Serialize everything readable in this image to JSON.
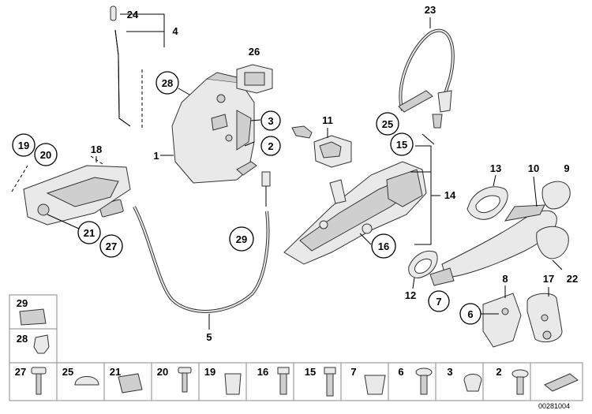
{
  "callouts": {
    "c1": "1",
    "c2": "2",
    "c3": "3",
    "c4": "4",
    "c5": "5",
    "c6": "6",
    "c7": "7",
    "c8": "8",
    "c9": "9",
    "c10": "10",
    "c11": "11",
    "c12": "12",
    "c13": "13",
    "c14": "14",
    "c15": "15",
    "c16": "16",
    "c17": "17",
    "c18": "18",
    "c19": "19",
    "c20": "20",
    "c21": "21",
    "c22": "22",
    "c23": "23",
    "c24": "24",
    "c25": "25",
    "c26": "26",
    "c27": "27",
    "c28": "28",
    "c29": "29"
  },
  "legend_left": [
    "29",
    "28"
  ],
  "legend_bottom": [
    "27",
    "25",
    "21",
    "20",
    "19",
    "16",
    "15",
    "7",
    "6",
    "3",
    "2"
  ],
  "reference_number": "00281004"
}
